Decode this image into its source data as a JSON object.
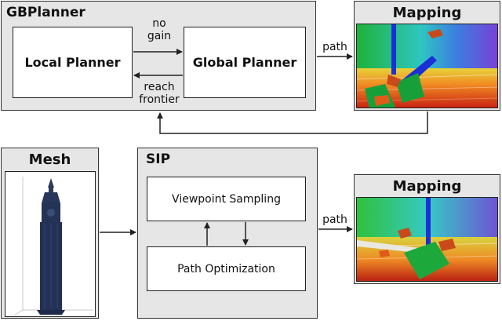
{
  "gbplanner": {
    "title": "GBPlanner",
    "local_planner": "Local Planner",
    "global_planner": "Global Planner",
    "edge_top_1": "no",
    "edge_top_2": "gain",
    "edge_bottom_1": "reach",
    "edge_bottom_2": "frontier"
  },
  "mesh": {
    "title": "Mesh"
  },
  "sip": {
    "title": "SIP",
    "viewpoint_sampling": "Viewpoint Sampling",
    "path_optimization": "Path Optimization"
  },
  "mapping_top": {
    "title": "Mapping"
  },
  "mapping_bottom": {
    "title": "Mapping"
  },
  "path_top": "path",
  "path_bottom": "path"
}
